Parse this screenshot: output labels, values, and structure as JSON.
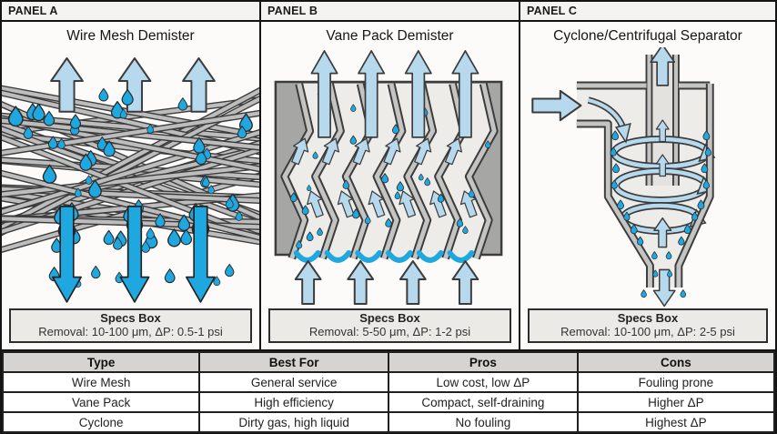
{
  "panels": [
    {
      "tab": "PANEL A",
      "title": "Wire Mesh Demister",
      "specs_title": "Specs Box",
      "specs_line": "Removal: 10-100 μm, ΔP: 0.5-1 psi"
    },
    {
      "tab": "PANEL B",
      "title": "Vane Pack Demister",
      "specs_title": "Specs Box",
      "specs_line": "Removal: 5-50 μm, ΔP: 1-2 psi"
    },
    {
      "tab": "PANEL C",
      "title": "Cyclone/Centrifugal Separator",
      "specs_title": "Specs Box",
      "specs_line": "Removal: 10-100 μm, ΔP: 2-5 psi"
    }
  ],
  "table": {
    "headers": [
      "Type",
      "Best For",
      "Pros",
      "Cons"
    ],
    "rows": [
      [
        "Wire Mesh",
        "General service",
        "Low cost, low ΔP",
        "Fouling prone"
      ],
      [
        "Vane Pack",
        "High efficiency",
        "Compact, self-draining",
        "Higher ΔP"
      ],
      [
        "Cyclone",
        "Dirty gas, high liquid",
        "No fouling",
        "Highest ΔP"
      ]
    ]
  },
  "icons": {
    "gas_flow": "up-arrow-icon",
    "gas_inlet": "right-arrow-icon",
    "liquid_drain": "down-arrow-icon",
    "swirl": "spiral-arrow-icon",
    "droplet": "droplet-icon"
  },
  "colors": {
    "arrow_blue": "#b7d9ee",
    "droplet_cyan": "#1fa8e0",
    "outline": "#3c3c3c",
    "wire_gray": "#bdbdbd",
    "metal_gray": "#c4c4c2",
    "block_dark_gray": "#a6a6a4",
    "interior_gray": "#edece8",
    "frame_black": "#141414",
    "table_header_bg": "#d5d4d2"
  }
}
